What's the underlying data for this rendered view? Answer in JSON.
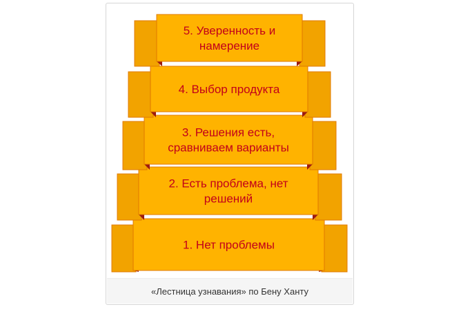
{
  "colors": {
    "ribbon_fill": "#ffb300",
    "ribbon_fill_dark": "#f2a300",
    "ribbon_outline": "#e07a00",
    "fold": "#9c1a10",
    "text": "#c2001a"
  },
  "steps": [
    {
      "number": 1,
      "line1": "1. Нет проблемы",
      "line2": ""
    },
    {
      "number": 2,
      "line1": "2. Есть проблема, нет",
      "line2": "решений"
    },
    {
      "number": 3,
      "line1": "3. Решения есть,",
      "line2": "сравниваем варианты"
    },
    {
      "number": 4,
      "line1": "4. Выбор продукта",
      "line2": ""
    },
    {
      "number": 5,
      "line1": "5. Уверенность и",
      "line2": "намерение"
    }
  ],
  "caption": "«Лестница узнавания» по Бену Ханту"
}
